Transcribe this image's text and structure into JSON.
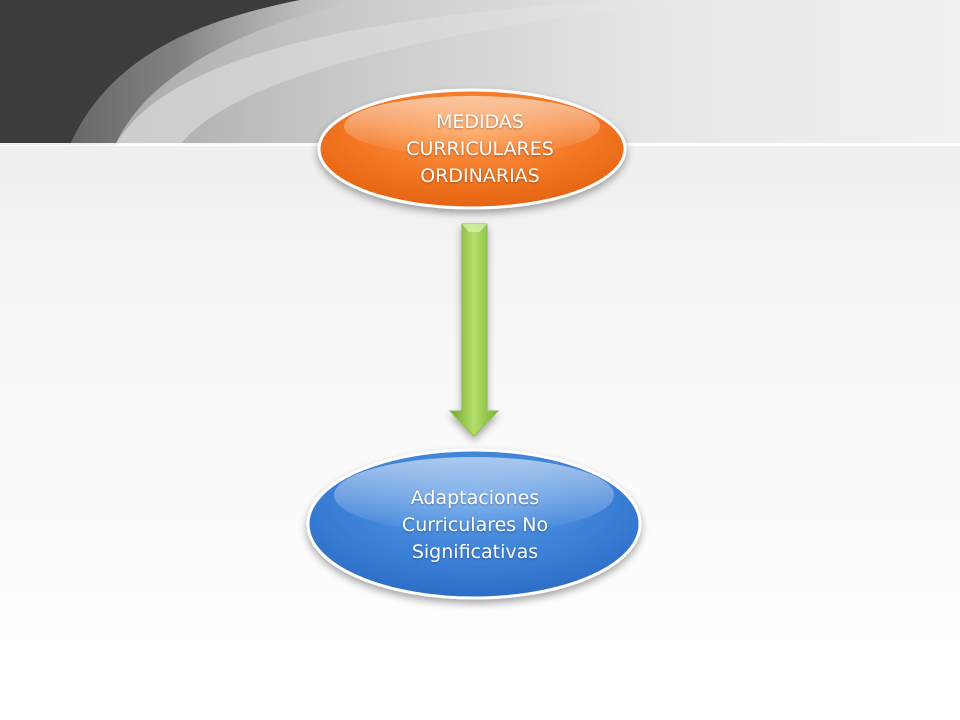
{
  "diagram": {
    "top_node": {
      "lines": [
        "MEDIDAS",
        "CURRICULARES",
        "ORDINARIAS"
      ],
      "color": "#F07A26"
    },
    "bottom_node": {
      "lines": [
        "Adaptaciones",
        "Curriculares No",
        "Significativas"
      ],
      "color": "#3B7FD3"
    },
    "arrow": {
      "color": "#8DC63F",
      "direction": "down"
    }
  }
}
